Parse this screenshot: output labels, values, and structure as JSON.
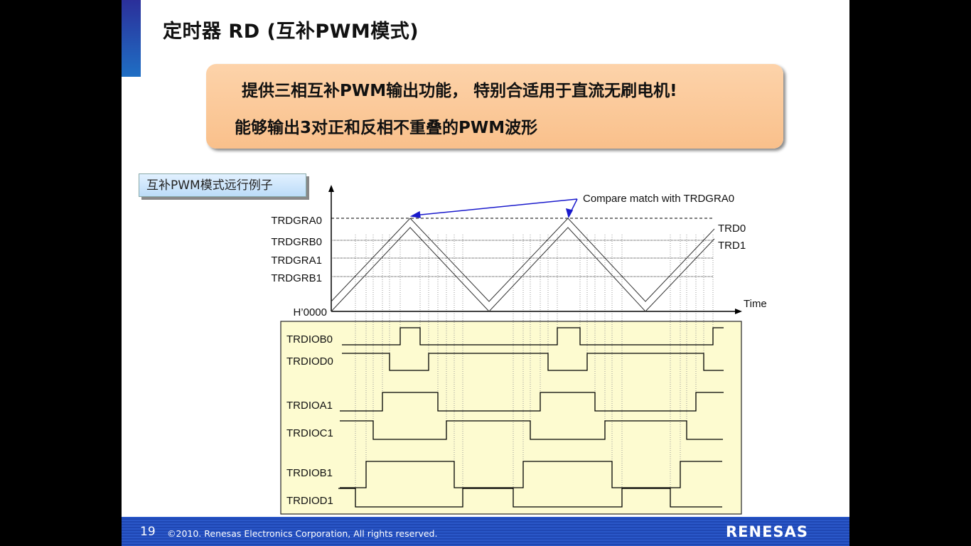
{
  "title": "定时器 RD (互补PWM模式)",
  "callout": {
    "line1": "提供三相互补PWM输出功能， 特别合适用于直流无刷电机!",
    "line2": "能够输出3对正和反相不重叠的PWM波形"
  },
  "example_label": "互补PWM模式远行例子",
  "diagram": {
    "levels": [
      "TRDGRA0",
      "TRDGRB0",
      "TRDGRA1",
      "TRDGRB1",
      "H’0000"
    ],
    "annotation": "Compare match with TRDGRA0",
    "series": [
      "TRD0",
      "TRD1"
    ],
    "time_label": "Time",
    "signals": [
      "TRDIOB0",
      "TRDIOD0",
      "TRDIOA1",
      "TRDIOC1",
      "TRDIOB1",
      "TRDIOD1"
    ]
  },
  "footer": {
    "page": "19",
    "copyright": "©2010. Renesas Electronics Corporation, All rights reserved.",
    "logo": "RENESAS"
  }
}
